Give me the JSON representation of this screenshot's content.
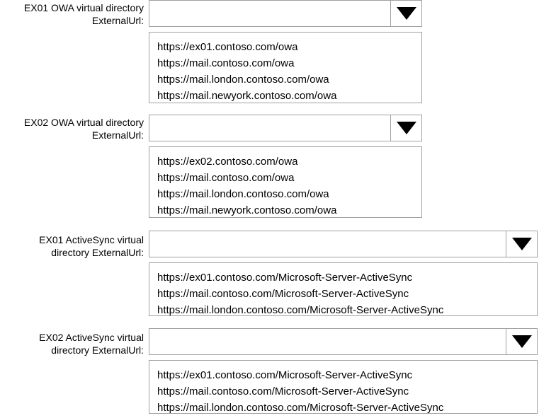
{
  "form": {
    "groups": [
      {
        "id": "ex01-owa",
        "label": "EX01 OWA virtual directory\nExternalUrl:",
        "selected_value": "",
        "arrow_icon": "triangle-down-icon",
        "width_variant": "narrow",
        "options": [
          "https://ex01.contoso.com/owa",
          "https://mail.contoso.com/owa",
          "https://mail.london.contoso.com/owa",
          "https://mail.newyork.contoso.com/owa"
        ]
      },
      {
        "id": "ex02-owa",
        "label": "EX02 OWA virtual directory\nExternalUrl:",
        "selected_value": "",
        "arrow_icon": "triangle-down-icon",
        "width_variant": "narrow",
        "options": [
          "https://ex02.contoso.com/owa",
          "https://mail.contoso.com/owa",
          "https://mail.london.contoso.com/owa",
          "https://mail.newyork.contoso.com/owa"
        ]
      },
      {
        "id": "ex01-activesync",
        "label": "EX01 ActiveSync virtual\ndirectory ExternalUrl:",
        "selected_value": "",
        "arrow_icon": "triangle-down-icon",
        "width_variant": "wide",
        "options": [
          "https://ex01.contoso.com/Microsoft-Server-ActiveSync",
          "https://mail.contoso.com/Microsoft-Server-ActiveSync",
          "https://mail.london.contoso.com/Microsoft-Server-ActiveSync"
        ]
      },
      {
        "id": "ex02-activesync",
        "label": "EX02 ActiveSync virtual\ndirectory ExternalUrl:",
        "selected_value": "",
        "arrow_icon": "triangle-down-icon",
        "width_variant": "wide",
        "options": [
          "https://ex01.contoso.com/Microsoft-Server-ActiveSync",
          "https://mail.contoso.com/Microsoft-Server-ActiveSync",
          "https://mail.london.contoso.com/Microsoft-Server-ActiveSync"
        ]
      }
    ]
  },
  "colors": {
    "background": "#ffffff",
    "border": "#a0a0a0",
    "text": "#000000",
    "arrow": "#000000"
  }
}
